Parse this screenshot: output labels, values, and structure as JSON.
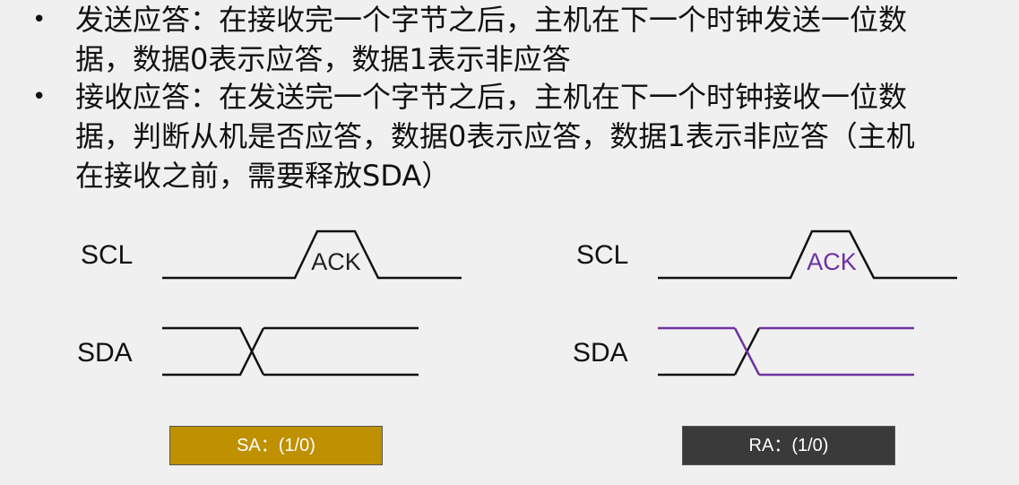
{
  "bullets": [
    {
      "symbol": "•",
      "lines": [
        "发送应答：在接收完一个字节之后，主机在下一个时钟发送一位数",
        "据，数据0表示应答，数据1表示非应答"
      ]
    },
    {
      "symbol": "•",
      "lines": [
        "接收应答：在发送完一个字节之后，主机在下一个时钟接收一位数",
        "据，判断从机是否应答，数据0表示应答，数据1表示非应答（主机",
        "在接收之前，需要释放SDA）"
      ]
    }
  ],
  "diagrams": [
    {
      "scl_label": "SCL",
      "sda_label": "SDA",
      "ack_label": "ACK",
      "ack_color": "#222222",
      "sda_color": "#111111",
      "box_label": "SA：(1/0)",
      "box_color": "#bf9000"
    },
    {
      "scl_label": "SCL",
      "sda_label": "SDA",
      "ack_label": "ACK",
      "ack_color": "#7030a0",
      "sda_color": "#7030a0",
      "box_label": "RA：(1/0)",
      "box_color": "#3a3a3a"
    }
  ]
}
